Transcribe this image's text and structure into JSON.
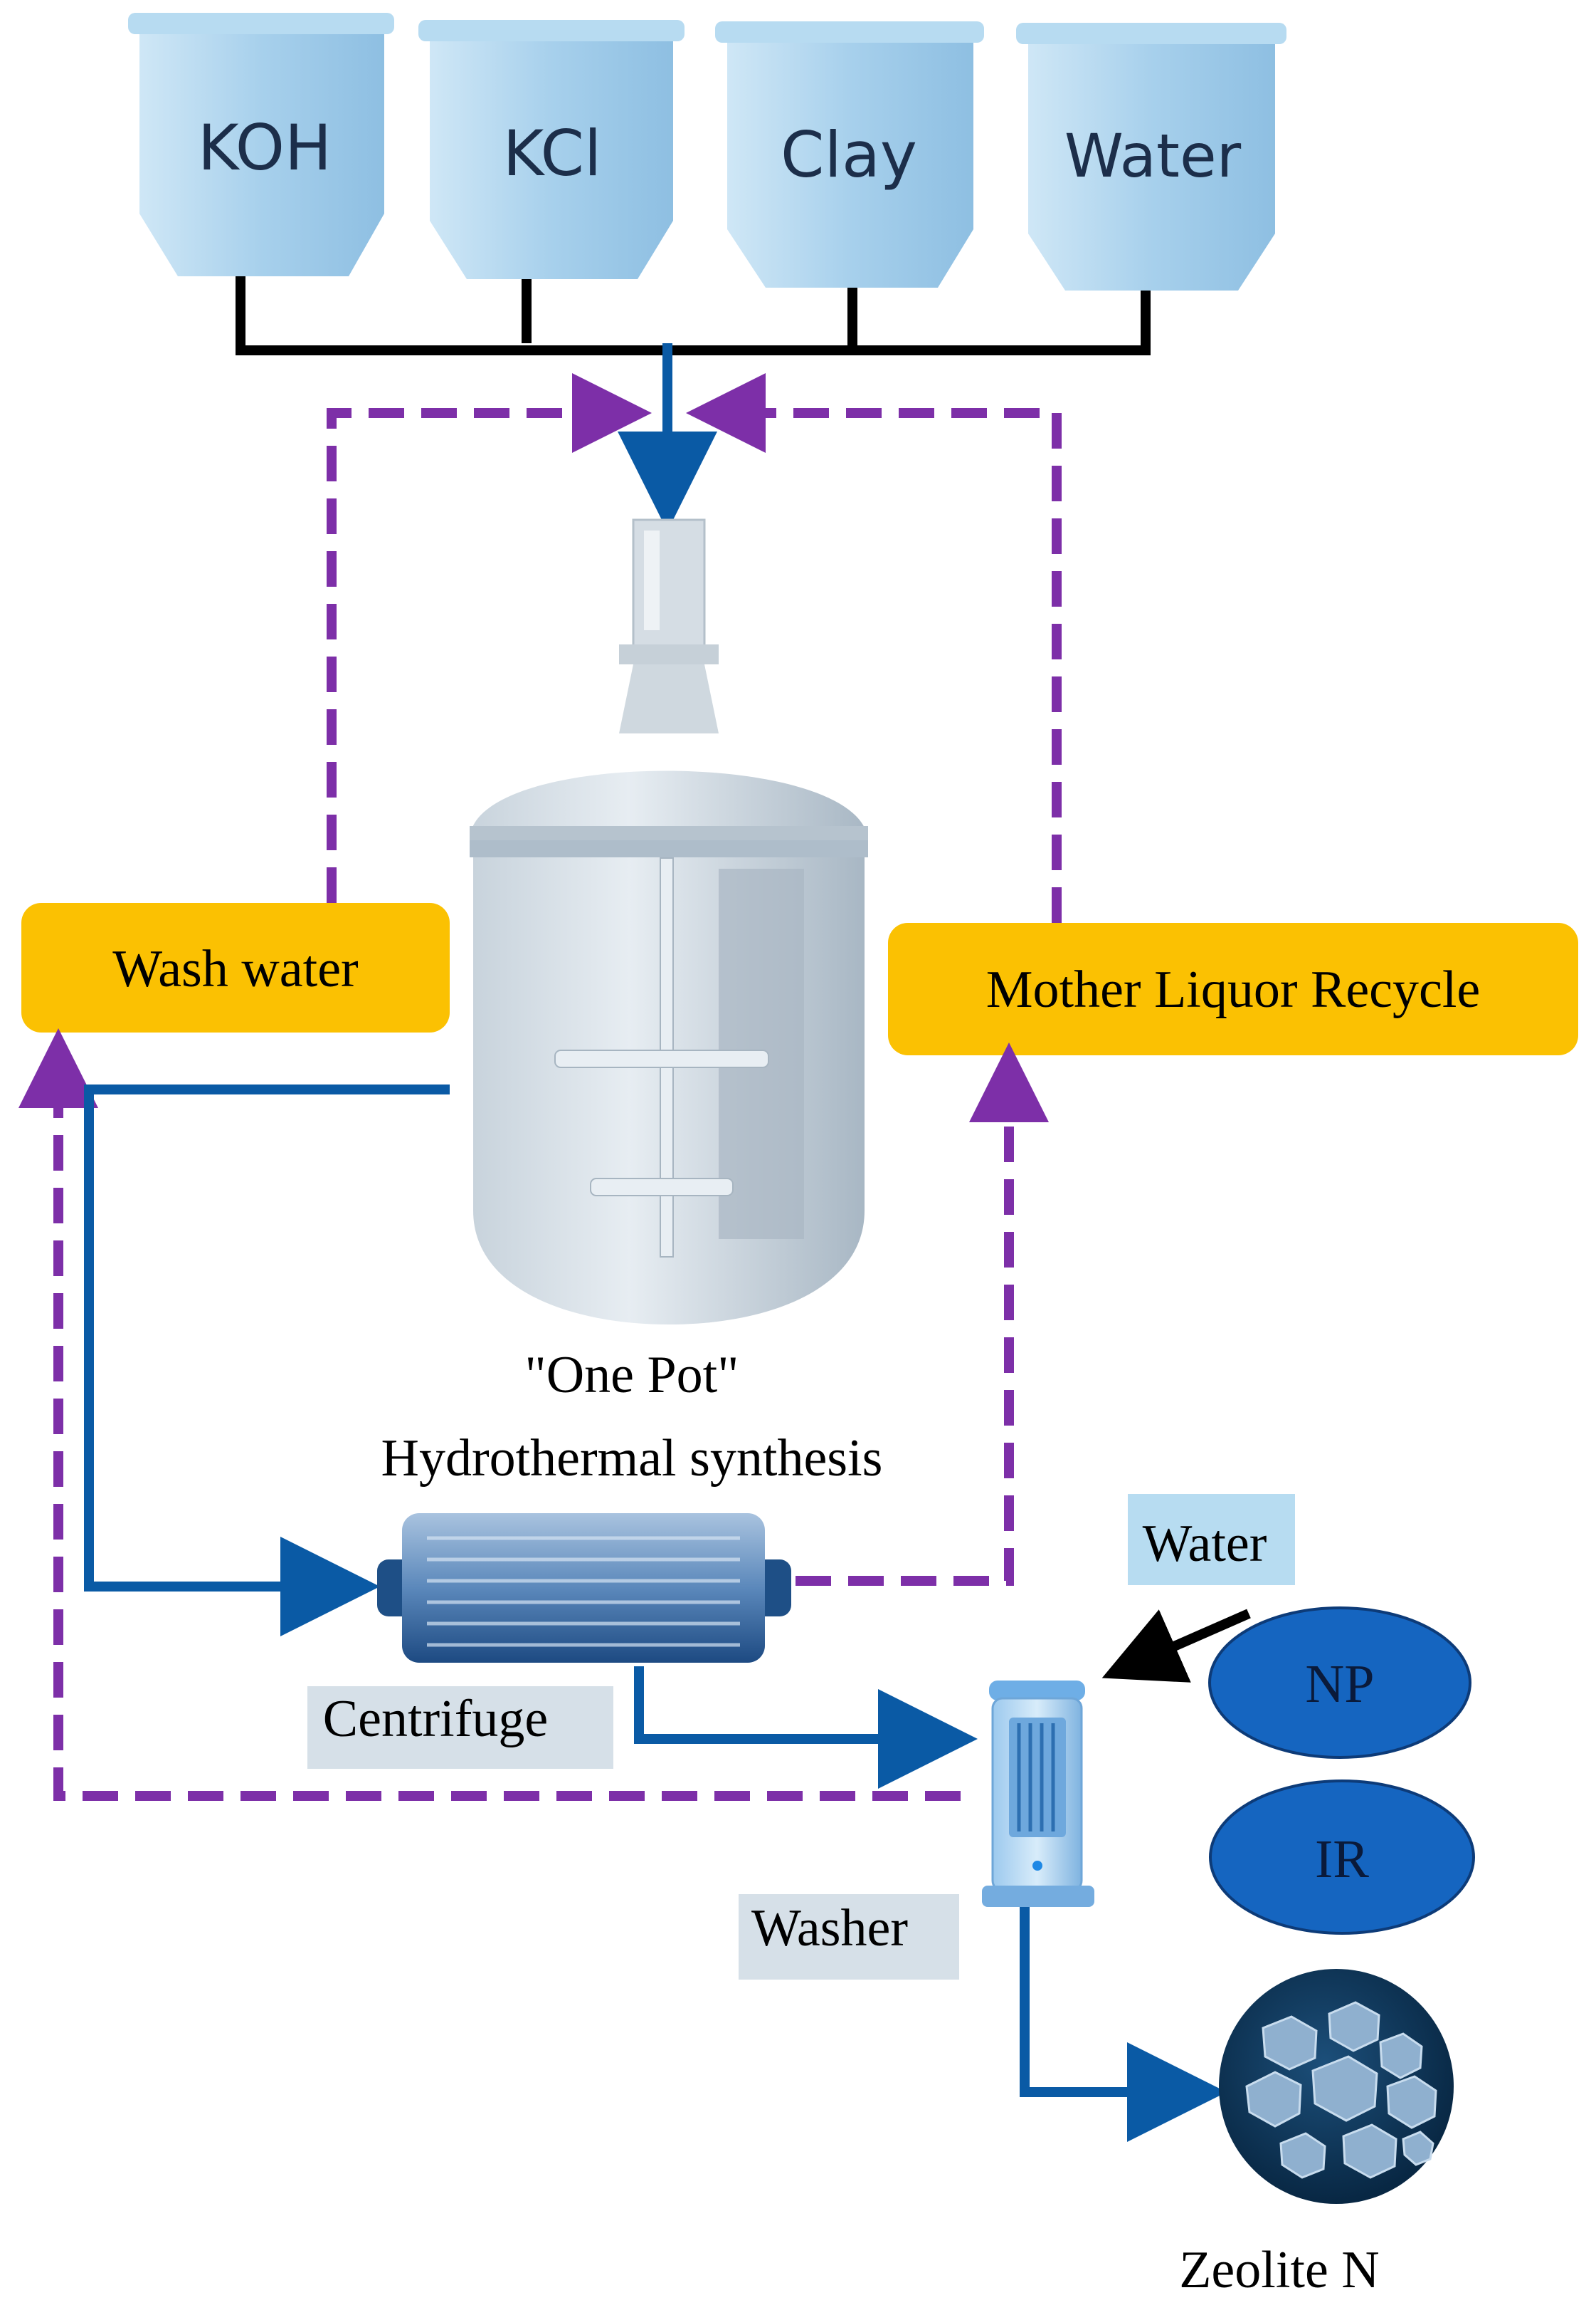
{
  "tanks": {
    "koh": "KOH",
    "kcl": "KCl",
    "clay": "Clay",
    "water": "Water"
  },
  "boxes": {
    "wash_water": "Wash water",
    "mother_liquor": "Mother Liquor Recycle"
  },
  "reactor": {
    "line1": "\"One Pot\"",
    "line2": "Hydrothermal synthesis"
  },
  "equipment": {
    "centrifuge": "Centrifuge",
    "washer": "Washer",
    "water_input": "Water"
  },
  "methods": {
    "np": "NP",
    "ir": "IR"
  },
  "product": {
    "label": "Zeolite N"
  },
  "colors": {
    "tank_fill": "#a9d2ec",
    "box_fill": "#fbc102",
    "flow_blue": "#0a5aa5",
    "recycle_purple": "#7d2fa8",
    "method_fill": "#1565c0",
    "label_bg": "#d6e0e8"
  }
}
